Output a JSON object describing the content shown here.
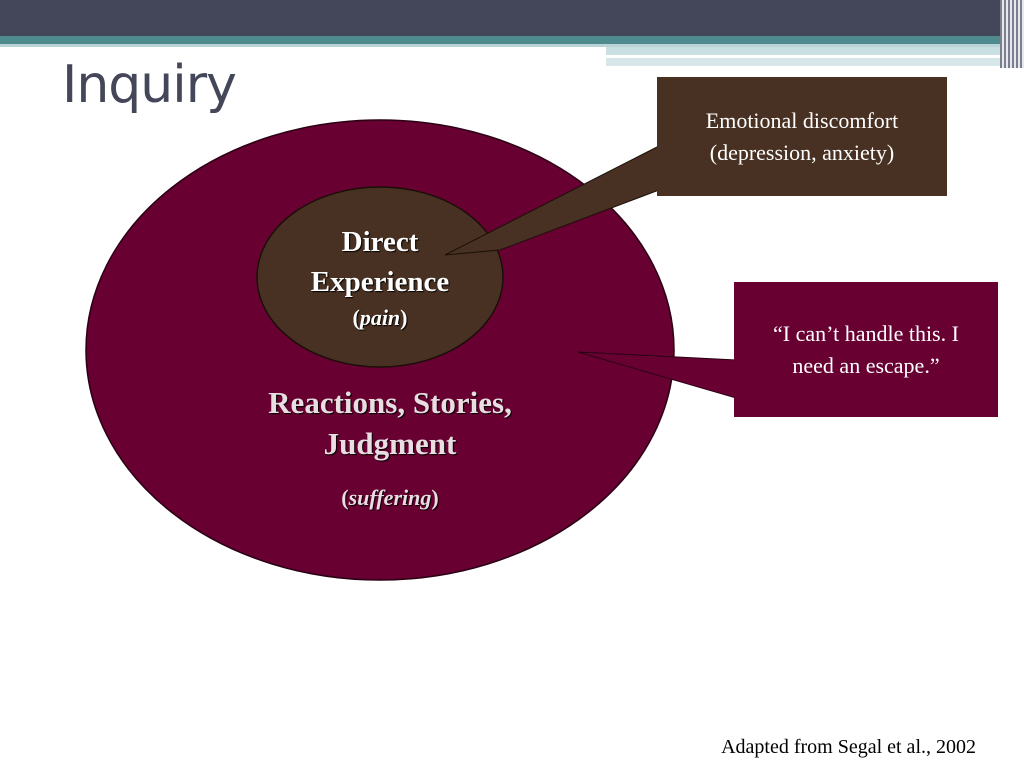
{
  "slide": {
    "title": "Inquiry",
    "citation": "Adapted from Segal et al., 2002"
  },
  "diagram": {
    "inner": {
      "line1": "Direct",
      "line2": "Experience",
      "sub_open": "(",
      "sub_word": "pain",
      "sub_close": ")"
    },
    "outer": {
      "line1": "Reactions, Stories,",
      "line2": "Judgment",
      "sub_open": "(",
      "sub_word": "suffering",
      "sub_close": ")"
    },
    "callout_top": {
      "line1": "Emotional discomfort",
      "line2": "(depression, anxiety)"
    },
    "callout_right": {
      "line1": "“I can’t handle this. I",
      "line2": "need an escape.”"
    }
  },
  "colors": {
    "header_bar": "#444659",
    "accent_teal": "#4f8a8f",
    "outer_circle": "#690032",
    "inner_circle": "#483122",
    "callout_top": "#483122",
    "callout_right": "#690032"
  }
}
